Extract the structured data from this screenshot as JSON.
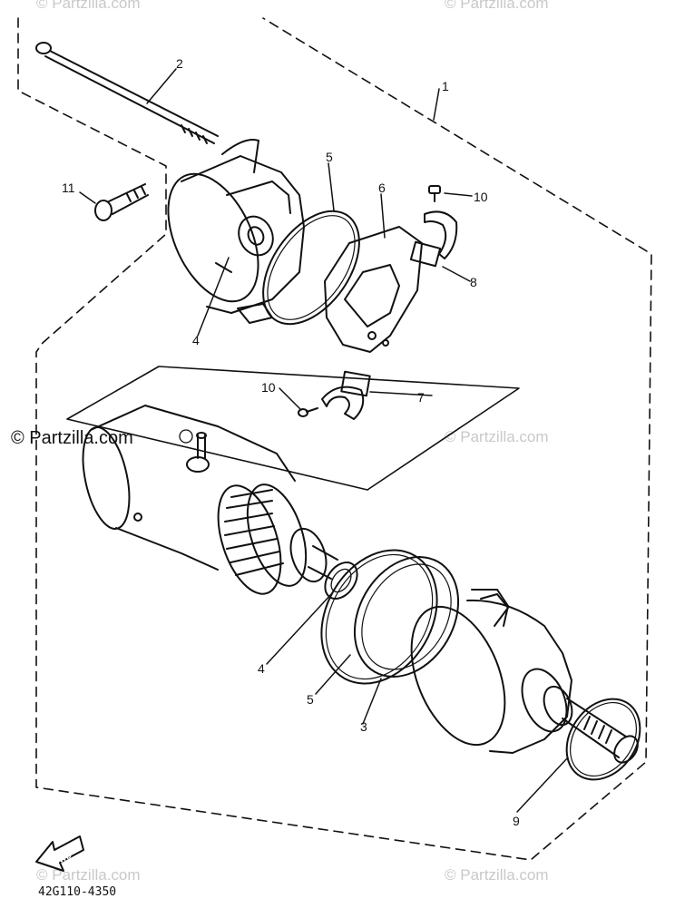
{
  "watermarks": {
    "main": "© Partzilla.com",
    "faint": "© Partzilla.com"
  },
  "diagram_code": "42G110-4350",
  "fwd_label": "FWD",
  "callouts": {
    "c1": "1",
    "c2": "2",
    "c3": "3",
    "c4_top": "4",
    "c4_bottom": "4",
    "c5_top": "5",
    "c5_bottom": "5",
    "c6": "6",
    "c7": "7",
    "c8": "8",
    "c9": "9",
    "c10_top": "10",
    "c10_mid": "10",
    "c11": "11"
  },
  "colors": {
    "ink": "#111111",
    "watermark": "#c9c9c9"
  }
}
